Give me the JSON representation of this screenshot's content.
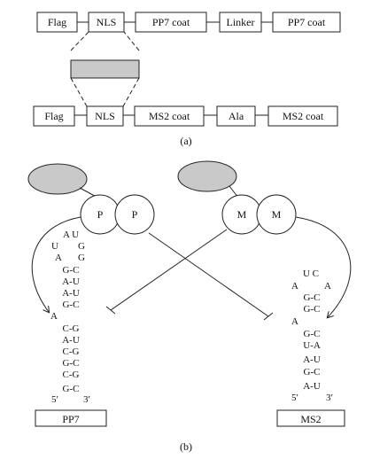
{
  "panel_a": {
    "row1": {
      "flag": "Flag",
      "nls": "NLS",
      "coat1": "PP7 coat",
      "linker": "Linker",
      "coat2": "PP7 coat"
    },
    "row2": {
      "flag": "Flag",
      "nls": "NLS",
      "coat1": "MS2 coat",
      "linker": "Ala",
      "coat2": "MS2 coat"
    },
    "label": "(a)"
  },
  "panel_b": {
    "pp7_protein": {
      "sub1": "P",
      "sub2": "P"
    },
    "ms2_protein": {
      "sub1": "M",
      "sub2": "M"
    },
    "pp7_hairpin": {
      "loop_top": "A U",
      "loop_left1": "U",
      "loop_right1": "G",
      "loop_left2": "A",
      "loop_right2": "G",
      "pairs_upper": [
        "G-C",
        "A-U",
        "A-U",
        "G-C"
      ],
      "bulge": "A",
      "pairs_lower": [
        "C-G",
        "A-U",
        "C-G",
        "G-C",
        "C-G",
        "G-C"
      ],
      "five_prime": "5′",
      "three_prime": "3′",
      "name": "PP7"
    },
    "ms2_hairpin": {
      "loop_top": "U C",
      "loop_left": "A",
      "loop_right": "A",
      "pairs_upper": [
        "G-C",
        "G-C"
      ],
      "bulge": "A",
      "pairs_lower": [
        "G-C",
        "U-A",
        "A-U",
        "G-C",
        "A-U"
      ],
      "five_prime": "5′",
      "three_prime": "3′",
      "name": "MS2"
    },
    "label": "(b)"
  }
}
